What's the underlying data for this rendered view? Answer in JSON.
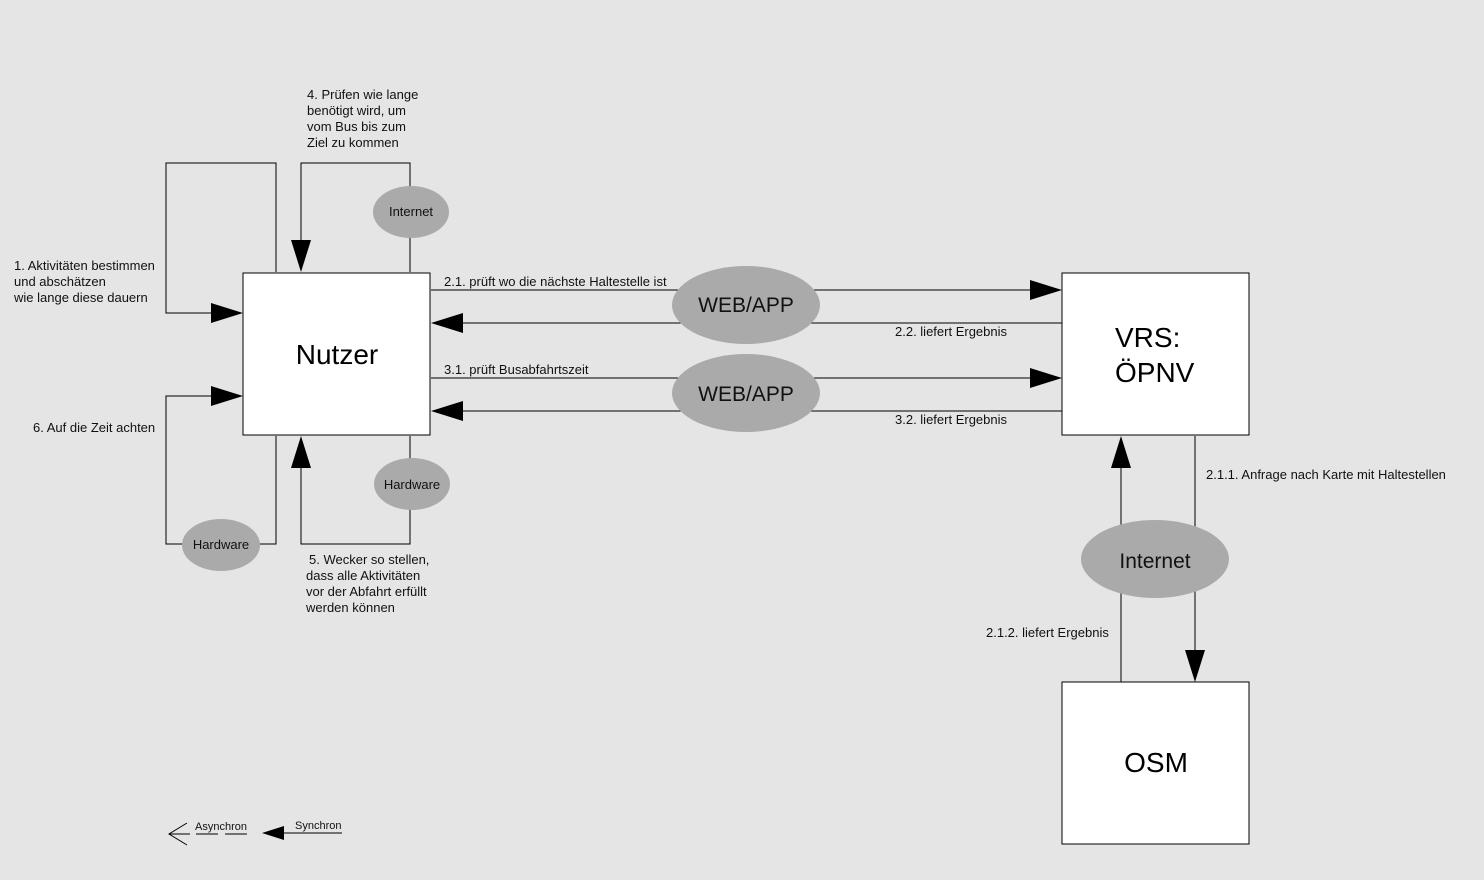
{
  "boxes": {
    "nutzer": "Nutzer",
    "vrs": [
      "VRS:",
      "ÖPNV"
    ],
    "osm": "OSM"
  },
  "ovals": {
    "internet_top": "Internet",
    "hardware_right": "Hardware",
    "hardware_left": "Hardware",
    "webapp_1": "WEB/APP",
    "webapp_2": "WEB/APP",
    "internet_bottom": "Internet"
  },
  "labels": {
    "step1": [
      "1. Aktivitäten bestimmen",
      "und abschätzen",
      "wie lange diese dauern"
    ],
    "step4": [
      "4. Prüfen wie lange",
      "benötigt wird, um",
      "vom Bus bis zum",
      "Ziel zu kommen"
    ],
    "step5": [
      "5. Wecker so stellen,",
      "dass alle Aktivitäten",
      "vor der Abfahrt erfüllt",
      "werden können"
    ],
    "step6": "6. Auf die Zeit achten",
    "step2_1": "2.1. prüft wo die nächste Haltestelle ist",
    "step2_2": "2.2. liefert Ergebnis",
    "step3_1": "3.1. prüft Busabfahrtszeit",
    "step3_2": "3.2. liefert Ergebnis",
    "step2_1_1": "2.1.1. Anfrage nach Karte mit Haltestellen",
    "step2_1_2": "2.1.2. liefert Ergebnis"
  },
  "legend": {
    "async": "Asynchron",
    "sync": "Synchron"
  },
  "colors": {
    "background": "#e5e5e5",
    "oval": "#aaaaaa",
    "box": "#ffffff",
    "line": "#000000"
  }
}
